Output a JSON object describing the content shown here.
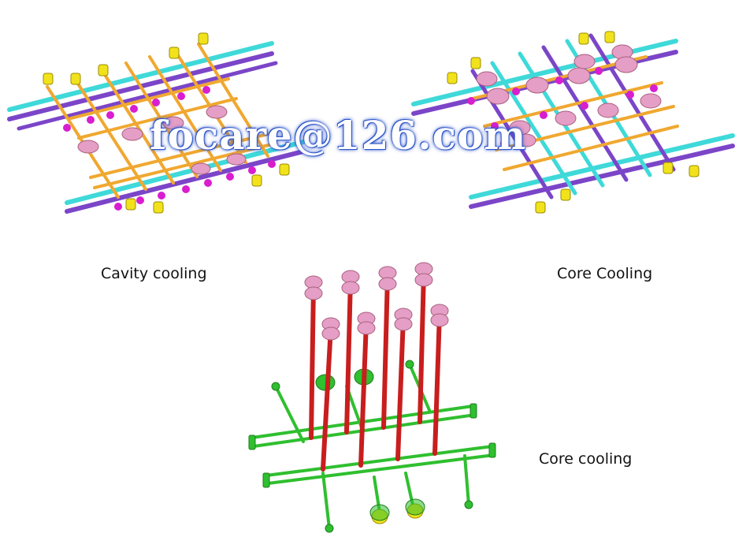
{
  "labels": {
    "cavity": "Cavity cooling",
    "core_top": "Core Cooling",
    "core_bottom": "Core cooling"
  },
  "watermark": "focare@126.com",
  "colors": {
    "cyan_pipe": "#3fd9d9",
    "purple_pipe": "#7b45c8",
    "orange_channel": "#f0a830",
    "yellow_fitting": "#f2e21c",
    "magenta_connector": "#d81ecf",
    "pink_baffle": "#e59ec5",
    "red_pipe": "#c81e1e",
    "green_pipe": "#2fbf2f",
    "watermark_glow": "#2d55c8"
  },
  "icons": [
    "fitting-icon",
    "baffle-icon",
    "connector-icon"
  ]
}
